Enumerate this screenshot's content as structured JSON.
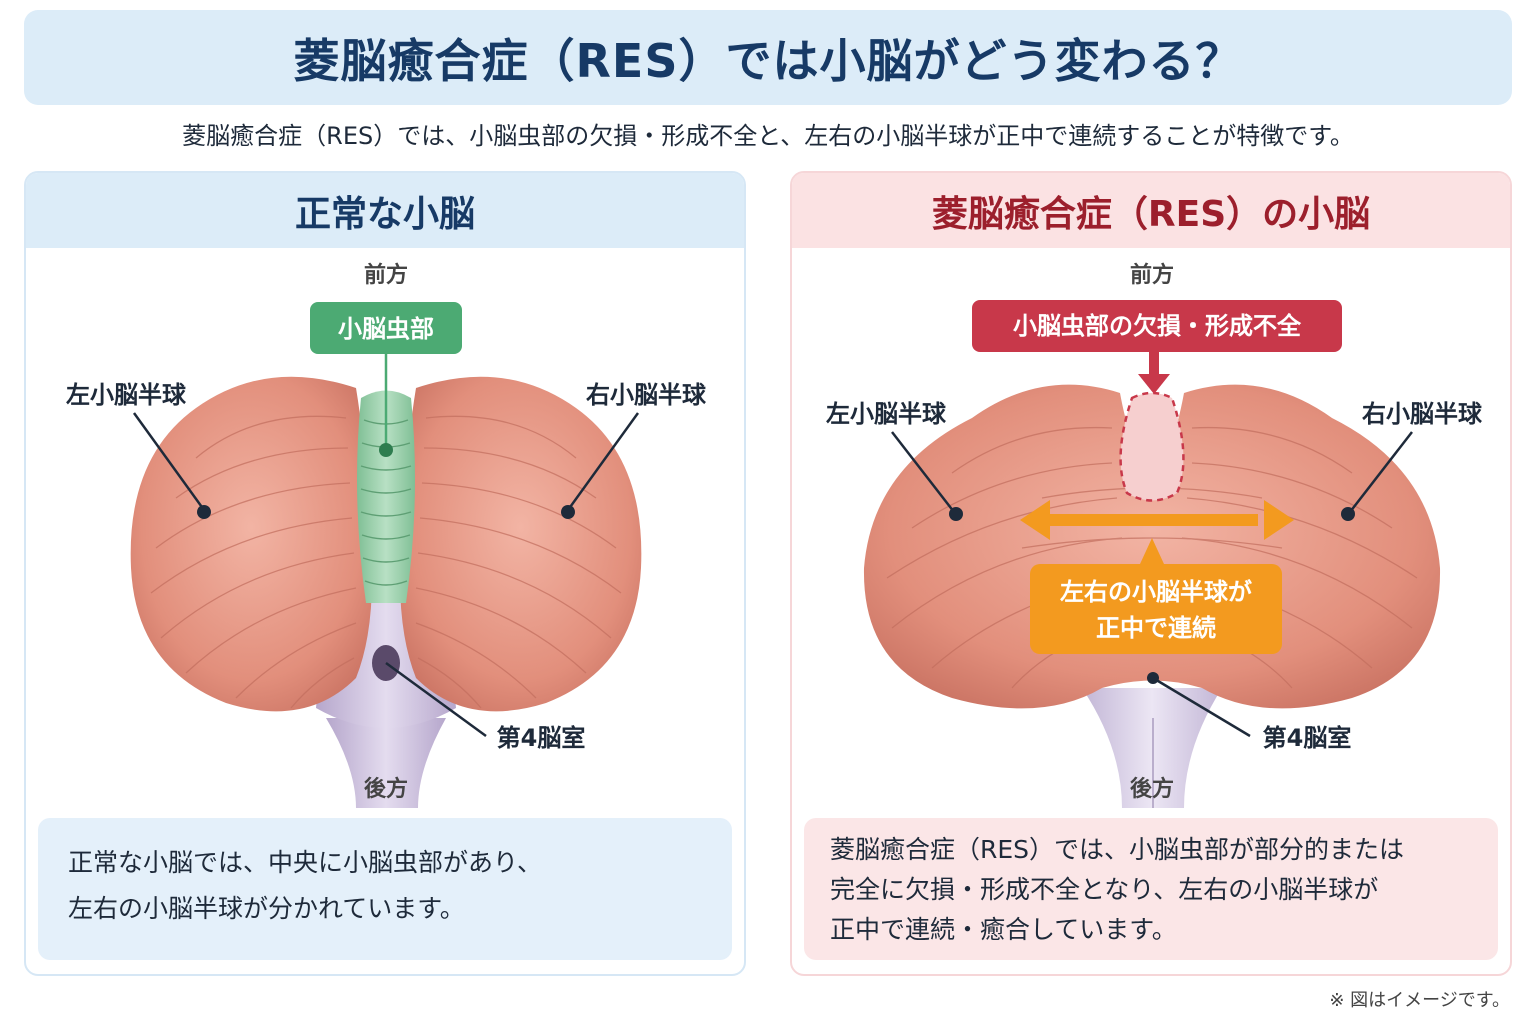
{
  "title": "菱脳癒合症（RES）では小脳がどう変わる？",
  "subtitle": "菱脳癒合症（RES）では、小脳虫部の欠損・形成不全と、左右の小脳半球が正中で連続することが特徴です。",
  "normal": {
    "header": "正常な小脳",
    "label_front": "前方",
    "label_back": "後方",
    "label_vermis": "小脳虫部",
    "label_left_hemisphere": "左小脳半球",
    "label_right_hemisphere": "右小脳半球",
    "label_fourth_ventricle": "第4脳室",
    "description_line1": "正常な小脳では、中央に小脳虫部があり、",
    "description_line2": "左右の小脳半球が分かれています。"
  },
  "res": {
    "header": "菱脳癒合症（RES）の小脳",
    "label_front": "前方",
    "label_back": "後方",
    "label_vermis_defect": "小脳虫部の欠損・形成不全",
    "label_left_hemisphere": "左小脳半球",
    "label_right_hemisphere": "右小脳半球",
    "label_continuity_line1": "左右の小脳半球が",
    "label_continuity_line2": "正中で連続",
    "label_fourth_ventricle": "第4脳室",
    "description_line1": "菱脳癒合症（RES）では、小脳虫部が部分的または",
    "description_line2": "完全に欠損・形成不全となり、左右の小脳半球が",
    "description_line3": "正中で連続・癒合しています。"
  },
  "footnote": "※ 図はイメージです。",
  "colors": {
    "title_blue": "#173a66",
    "res_red": "#9c1f2c",
    "vermis_green": "#4caa73",
    "defect_red": "#c8384a",
    "fusion_orange": "#f39a1f",
    "cerebellum_pink": "#e59a88",
    "ventricle_purple": "#c9bcdc"
  }
}
